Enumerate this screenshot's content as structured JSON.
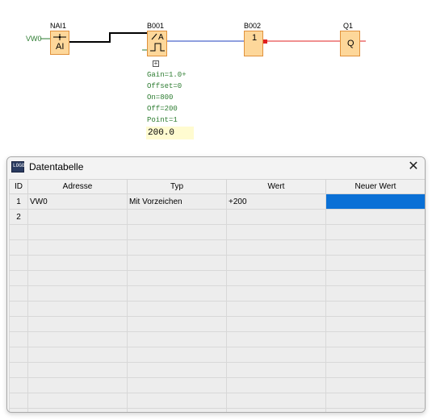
{
  "diagram": {
    "blocks": {
      "nai1": {
        "label": "NAI1",
        "text": "AI"
      },
      "b001": {
        "label": "B001",
        "icon": "analog-threshold-icon"
      },
      "b002": {
        "label": "B002",
        "text": "1"
      },
      "q1": {
        "label": "Q1",
        "text": "Q"
      }
    },
    "input_signal": "VW0",
    "params": [
      "Gain=1.0+",
      "Offset=0",
      "On=800",
      "Off=200",
      "Point=1"
    ],
    "current_value": "200.0",
    "expand_symbol": "+",
    "colors": {
      "block_fill": "#fdd79a",
      "block_border": "#e0913b",
      "wire_black": "#000000",
      "wire_blue": "#1f3fbf",
      "wire_red": "#e02020",
      "param_text": "#2e7d32"
    }
  },
  "window": {
    "title": "Datentabelle",
    "close_symbol": "✕",
    "icon": "logo-app-icon",
    "icon_text": "LOGO",
    "columns": [
      "ID",
      "Adresse",
      "Typ",
      "Wert",
      "Neuer Wert"
    ],
    "rows": [
      {
        "id": "1",
        "adresse": "VW0",
        "typ": "Mit Vorzeichen",
        "wert": "+200",
        "neuer_wert": ""
      },
      {
        "id": "2",
        "adresse": "",
        "typ": "",
        "wert": "",
        "neuer_wert": ""
      },
      {
        "id": "",
        "adresse": "",
        "typ": "",
        "wert": "",
        "neuer_wert": ""
      },
      {
        "id": "",
        "adresse": "",
        "typ": "",
        "wert": "",
        "neuer_wert": ""
      },
      {
        "id": "",
        "adresse": "",
        "typ": "",
        "wert": "",
        "neuer_wert": ""
      },
      {
        "id": "",
        "adresse": "",
        "typ": "",
        "wert": "",
        "neuer_wert": ""
      },
      {
        "id": "",
        "adresse": "",
        "typ": "",
        "wert": "",
        "neuer_wert": ""
      },
      {
        "id": "",
        "adresse": "",
        "typ": "",
        "wert": "",
        "neuer_wert": ""
      },
      {
        "id": "",
        "adresse": "",
        "typ": "",
        "wert": "",
        "neuer_wert": ""
      },
      {
        "id": "",
        "adresse": "",
        "typ": "",
        "wert": "",
        "neuer_wert": ""
      },
      {
        "id": "",
        "adresse": "",
        "typ": "",
        "wert": "",
        "neuer_wert": ""
      },
      {
        "id": "",
        "adresse": "",
        "typ": "",
        "wert": "",
        "neuer_wert": ""
      },
      {
        "id": "",
        "adresse": "",
        "typ": "",
        "wert": "",
        "neuer_wert": ""
      },
      {
        "id": "",
        "adresse": "",
        "typ": "",
        "wert": "",
        "neuer_wert": ""
      },
      {
        "id": "",
        "adresse": "",
        "typ": "",
        "wert": "",
        "neuer_wert": ""
      }
    ],
    "selection_color": "#0a70d6"
  }
}
